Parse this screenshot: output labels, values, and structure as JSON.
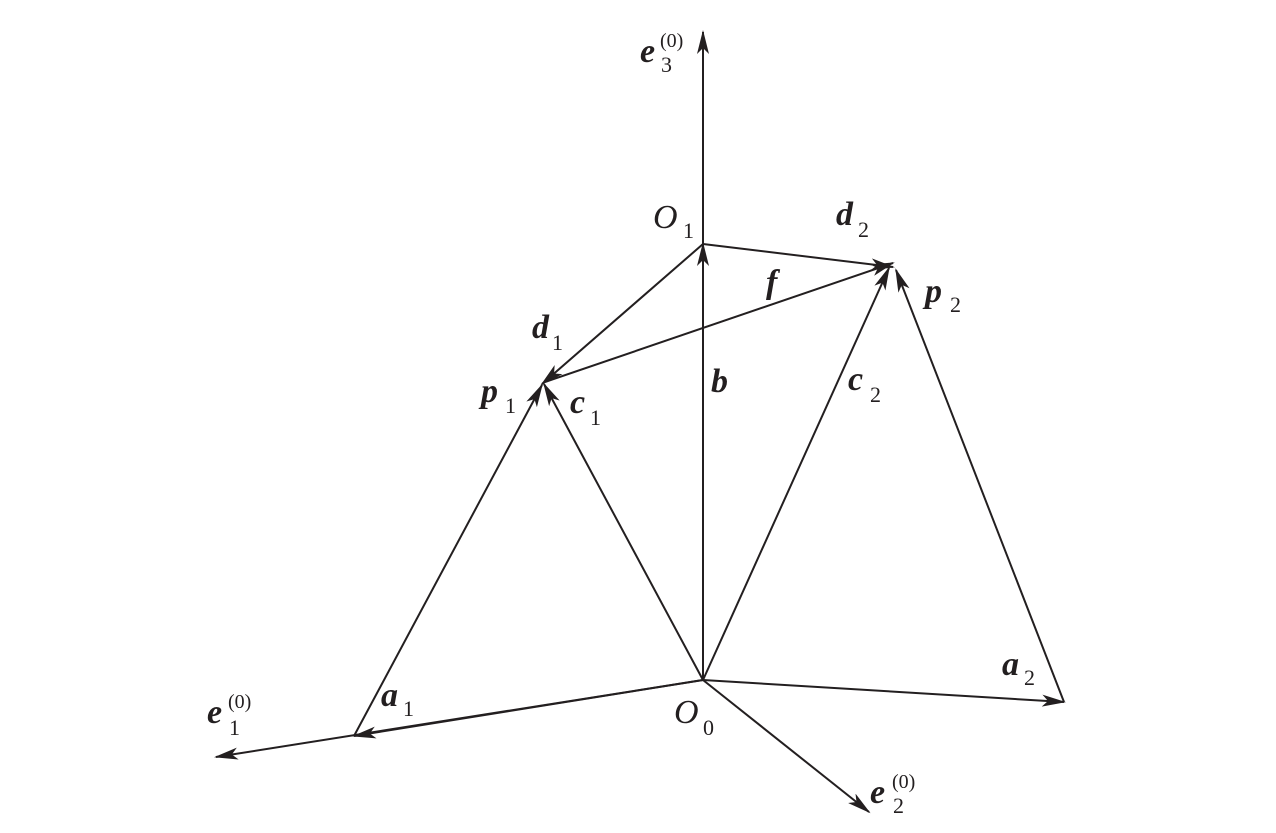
{
  "points": {
    "origin0": {
      "name": "O",
      "sub": "0"
    },
    "origin1": {
      "name": "O",
      "sub": "1"
    }
  },
  "axes": {
    "e1": {
      "name": "e",
      "sub": "1",
      "sup": "(0)"
    },
    "e2": {
      "name": "e",
      "sub": "2",
      "sup": "(0)"
    },
    "e3": {
      "name": "e",
      "sub": "3",
      "sup": "(0)"
    }
  },
  "vectors": {
    "a1": {
      "name": "a",
      "sub": "1"
    },
    "a2": {
      "name": "a",
      "sub": "2"
    },
    "b": {
      "name": "b",
      "sub": ""
    },
    "c1": {
      "name": "c",
      "sub": "1"
    },
    "c2": {
      "name": "c",
      "sub": "2"
    },
    "d1": {
      "name": "d",
      "sub": "1"
    },
    "d2": {
      "name": "d",
      "sub": "2"
    },
    "p1": {
      "name": "p",
      "sub": "1"
    },
    "p2": {
      "name": "p",
      "sub": "2"
    },
    "f": {
      "name": "f",
      "sub": ""
    }
  },
  "colors": {
    "ink": "#231f20",
    "background": "#ffffff"
  }
}
